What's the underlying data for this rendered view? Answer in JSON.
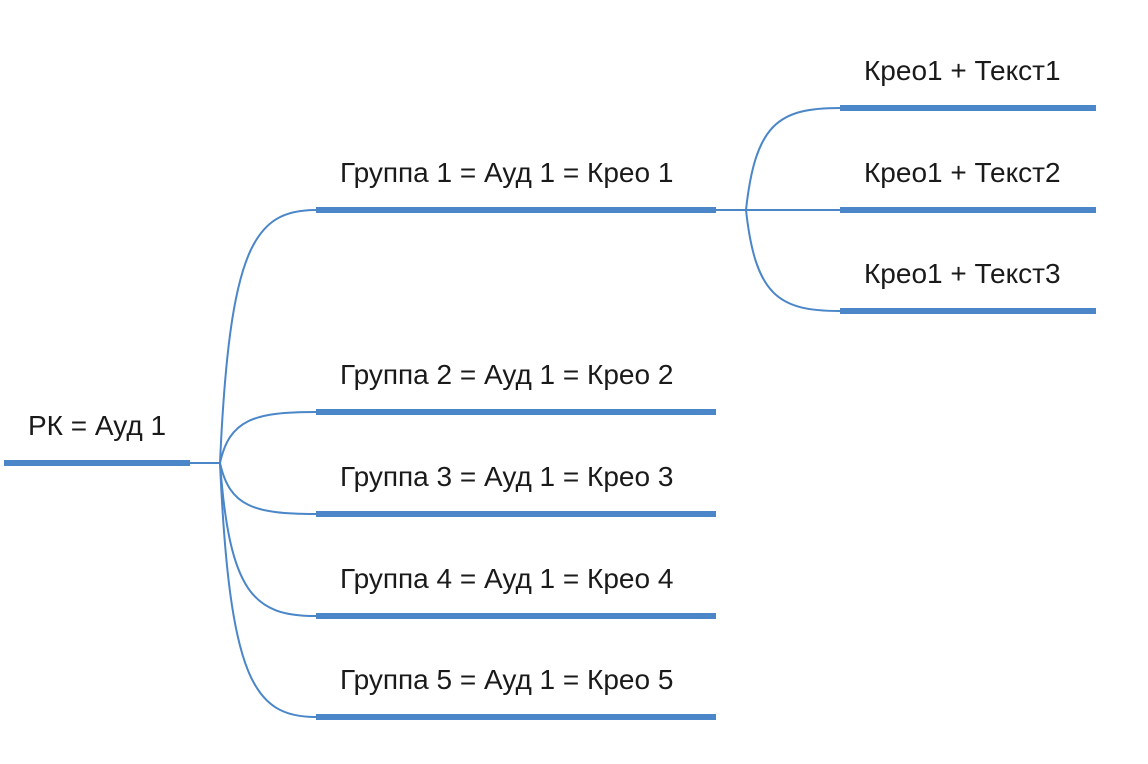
{
  "diagram": {
    "type": "mind-map",
    "line_color": "#4a86c8",
    "text_color": "#1a1a1a",
    "root": {
      "id": "root",
      "label": "РК = Ауд 1",
      "children": [
        {
          "id": "group-1",
          "label": "Группа 1 = Ауд 1 = Крео 1",
          "children": [
            {
              "id": "text-1",
              "label": "Крео1 + Текст1"
            },
            {
              "id": "text-2",
              "label": "Крео1 + Текст2"
            },
            {
              "id": "text-3",
              "label": "Крео1 + Текст3"
            }
          ]
        },
        {
          "id": "group-2",
          "label": "Группа 2 = Ауд 1 = Крео 2"
        },
        {
          "id": "group-3",
          "label": "Группа 3 = Ауд 1 = Крео 3"
        },
        {
          "id": "group-4",
          "label": "Группа 4 = Ауд 1 = Крео 4"
        },
        {
          "id": "group-5",
          "label": "Группа 5 = Ауд 1 = Крео 5"
        }
      ]
    }
  }
}
